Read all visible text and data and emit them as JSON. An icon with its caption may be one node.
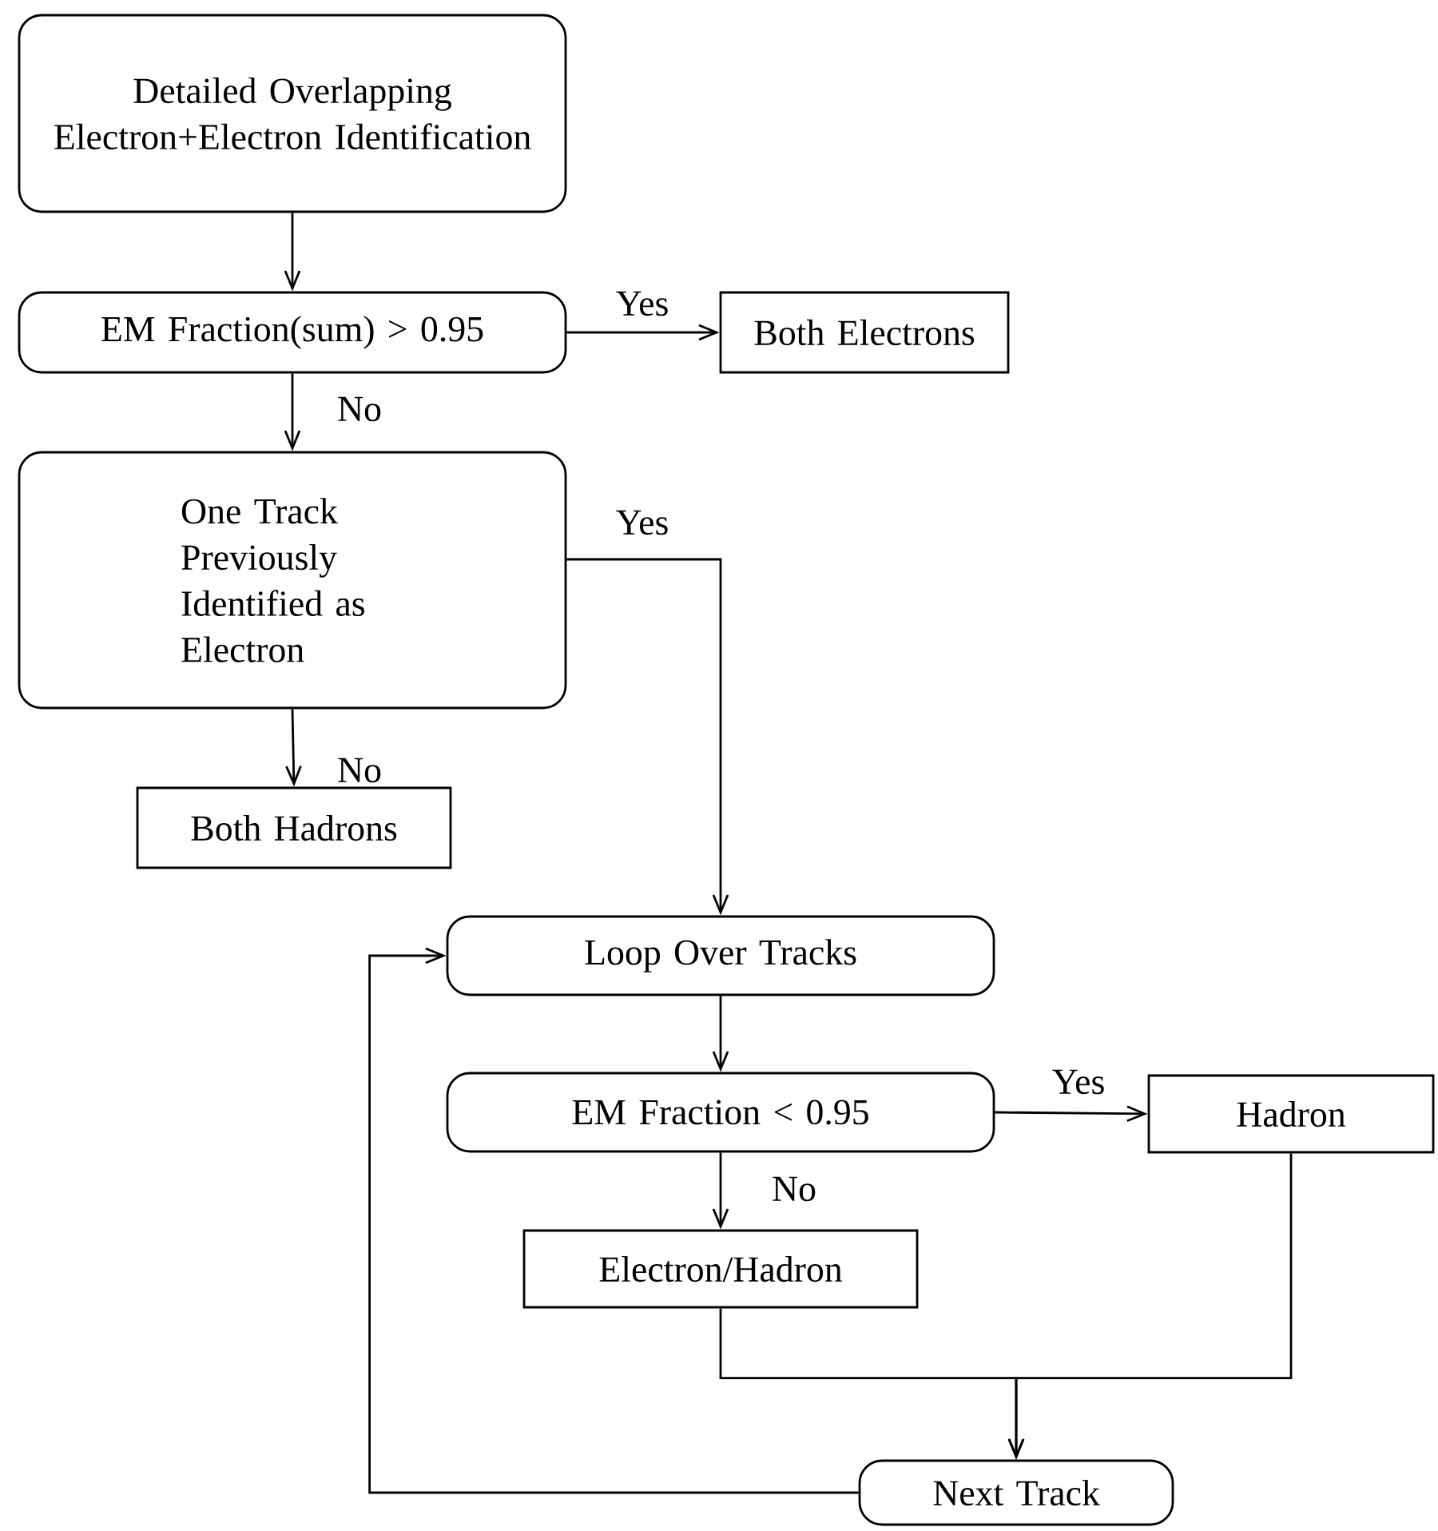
{
  "diagram": {
    "nodes": [
      {
        "text": [
          "Detailed Overlapping Electron+Electron Identification"
        ]
      },
      {
        "text": [
          "EM Fraction(sum) > 0.95"
        ]
      },
      {
        "text": [
          "Both Electrons"
        ]
      },
      {
        "text": [
          "One Track Previously Identified as Electron"
        ]
      },
      {
        "text": [
          "Both Hadrons"
        ]
      },
      {
        "text": [
          "Loop Over Tracks"
        ]
      },
      {
        "text": [
          "EM Fraction < 0.95"
        ]
      },
      {
        "text": [
          "Hadron"
        ]
      },
      {
        "text": [
          "Electron/Hadron"
        ]
      },
      {
        "text": [
          "Next Track"
        ]
      }
    ],
    "edges": [
      {
        "from": 0,
        "to": 1,
        "arrow": "to"
      },
      {
        "from": 1,
        "to": 2,
        "arrow": "to",
        "label": "Yes"
      },
      {
        "from": 1,
        "to": 3,
        "arrow": "to",
        "label": "No"
      },
      {
        "from": 3,
        "to": 4,
        "arrow": "to",
        "label": "No"
      },
      {
        "from": 3,
        "to": 5,
        "arrow": "to",
        "label": "Yes"
      },
      {
        "from": 5,
        "to": 6,
        "arrow": "to"
      },
      {
        "from": 6,
        "to": 7,
        "arrow": "to",
        "label": "Yes"
      },
      {
        "from": 6,
        "to": 8,
        "arrow": "to",
        "label": "No"
      },
      {
        "from": 8,
        "to": 9,
        "arrow": "to"
      },
      {
        "from": 7,
        "to": 9,
        "arrow": "to"
      },
      {
        "from": 9,
        "to": 5,
        "arrow": "to"
      }
    ]
  }
}
